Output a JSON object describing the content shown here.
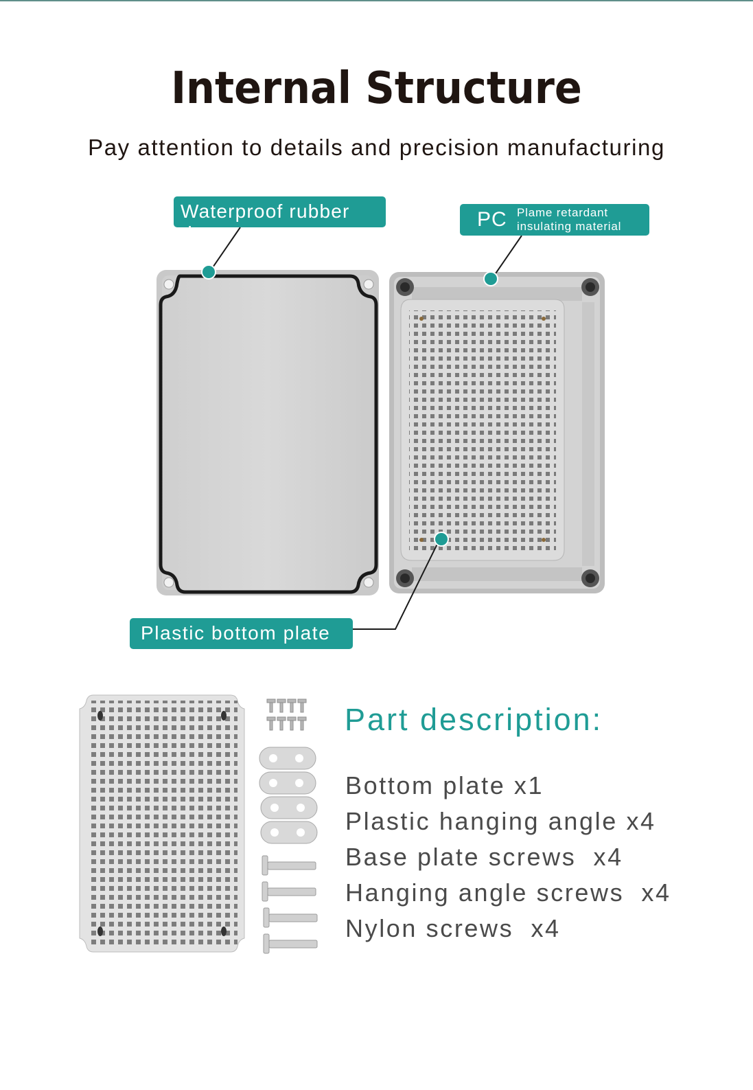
{
  "header": {
    "title": "Internal Structure",
    "subtitle": "Pay attention to details and precision manufacturing"
  },
  "callouts": {
    "rubber_ring": "Waterproof rubber ring",
    "pc_label": "PC",
    "pc_desc_line1": "Plame retardant",
    "pc_desc_line2": "insulating material",
    "bottom_plate": "Plastic bottom plate"
  },
  "parts": {
    "title": "Part description:",
    "items": [
      "Bottom plate x1",
      "Plastic hanging angle x4",
      "Base plate screws  x4",
      "Hanging angle screws  x4",
      "Nylon screws  x4"
    ]
  },
  "colors": {
    "accent": "#1f9c95",
    "title_text": "#1f1511",
    "part_text": "#4a4a4a",
    "enclosure_gray": "#d5d5d5",
    "gasket": "#1a1a1a"
  }
}
